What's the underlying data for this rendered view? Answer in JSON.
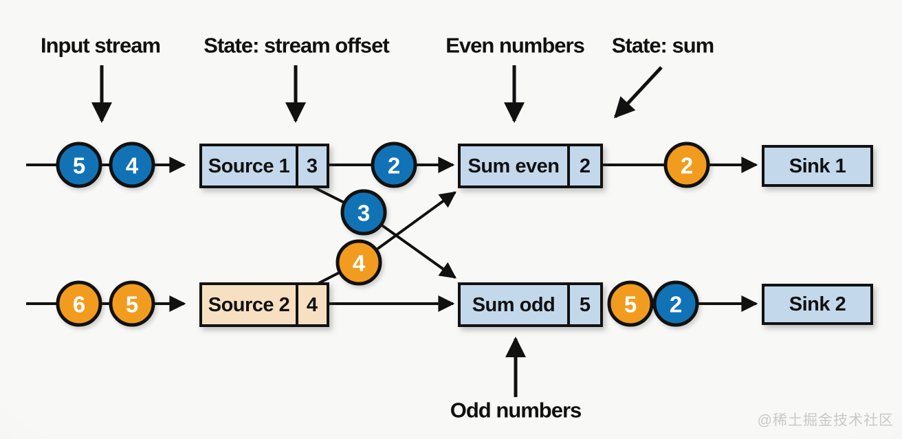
{
  "labels": {
    "input_stream": "Input stream",
    "state_stream_offset": "State: stream offset",
    "even_numbers": "Even numbers",
    "state_sum": "State: sum",
    "odd_numbers": "Odd numbers"
  },
  "nodes": {
    "source1": {
      "label": "Source 1",
      "state": "3"
    },
    "source2": {
      "label": "Source 2",
      "state": "4"
    },
    "sum_even": {
      "label": "Sum even",
      "state": "2"
    },
    "sum_odd": {
      "label": "Sum odd",
      "state": "5"
    },
    "sink1": {
      "label": "Sink 1"
    },
    "sink2": {
      "label": "Sink 2"
    }
  },
  "tokens": {
    "input_top": [
      "5",
      "4"
    ],
    "source1_to_sum_even": "2",
    "cross_to_sum_odd": "3",
    "cross_to_sum_even": "4",
    "sum_even_to_sink1": "2",
    "input_bottom": [
      "6",
      "5"
    ],
    "sum_odd_out": [
      "5",
      "2"
    ]
  },
  "colors": {
    "blue": "#1173b5",
    "orange": "#f29c1f",
    "box_blue": "#c3d9eb",
    "box_tan": "#f6e0c1",
    "line": "#111111",
    "watermark": "#c9c9c9",
    "background": "#f6f6f4"
  },
  "watermark": "@稀土掘金技术社区"
}
